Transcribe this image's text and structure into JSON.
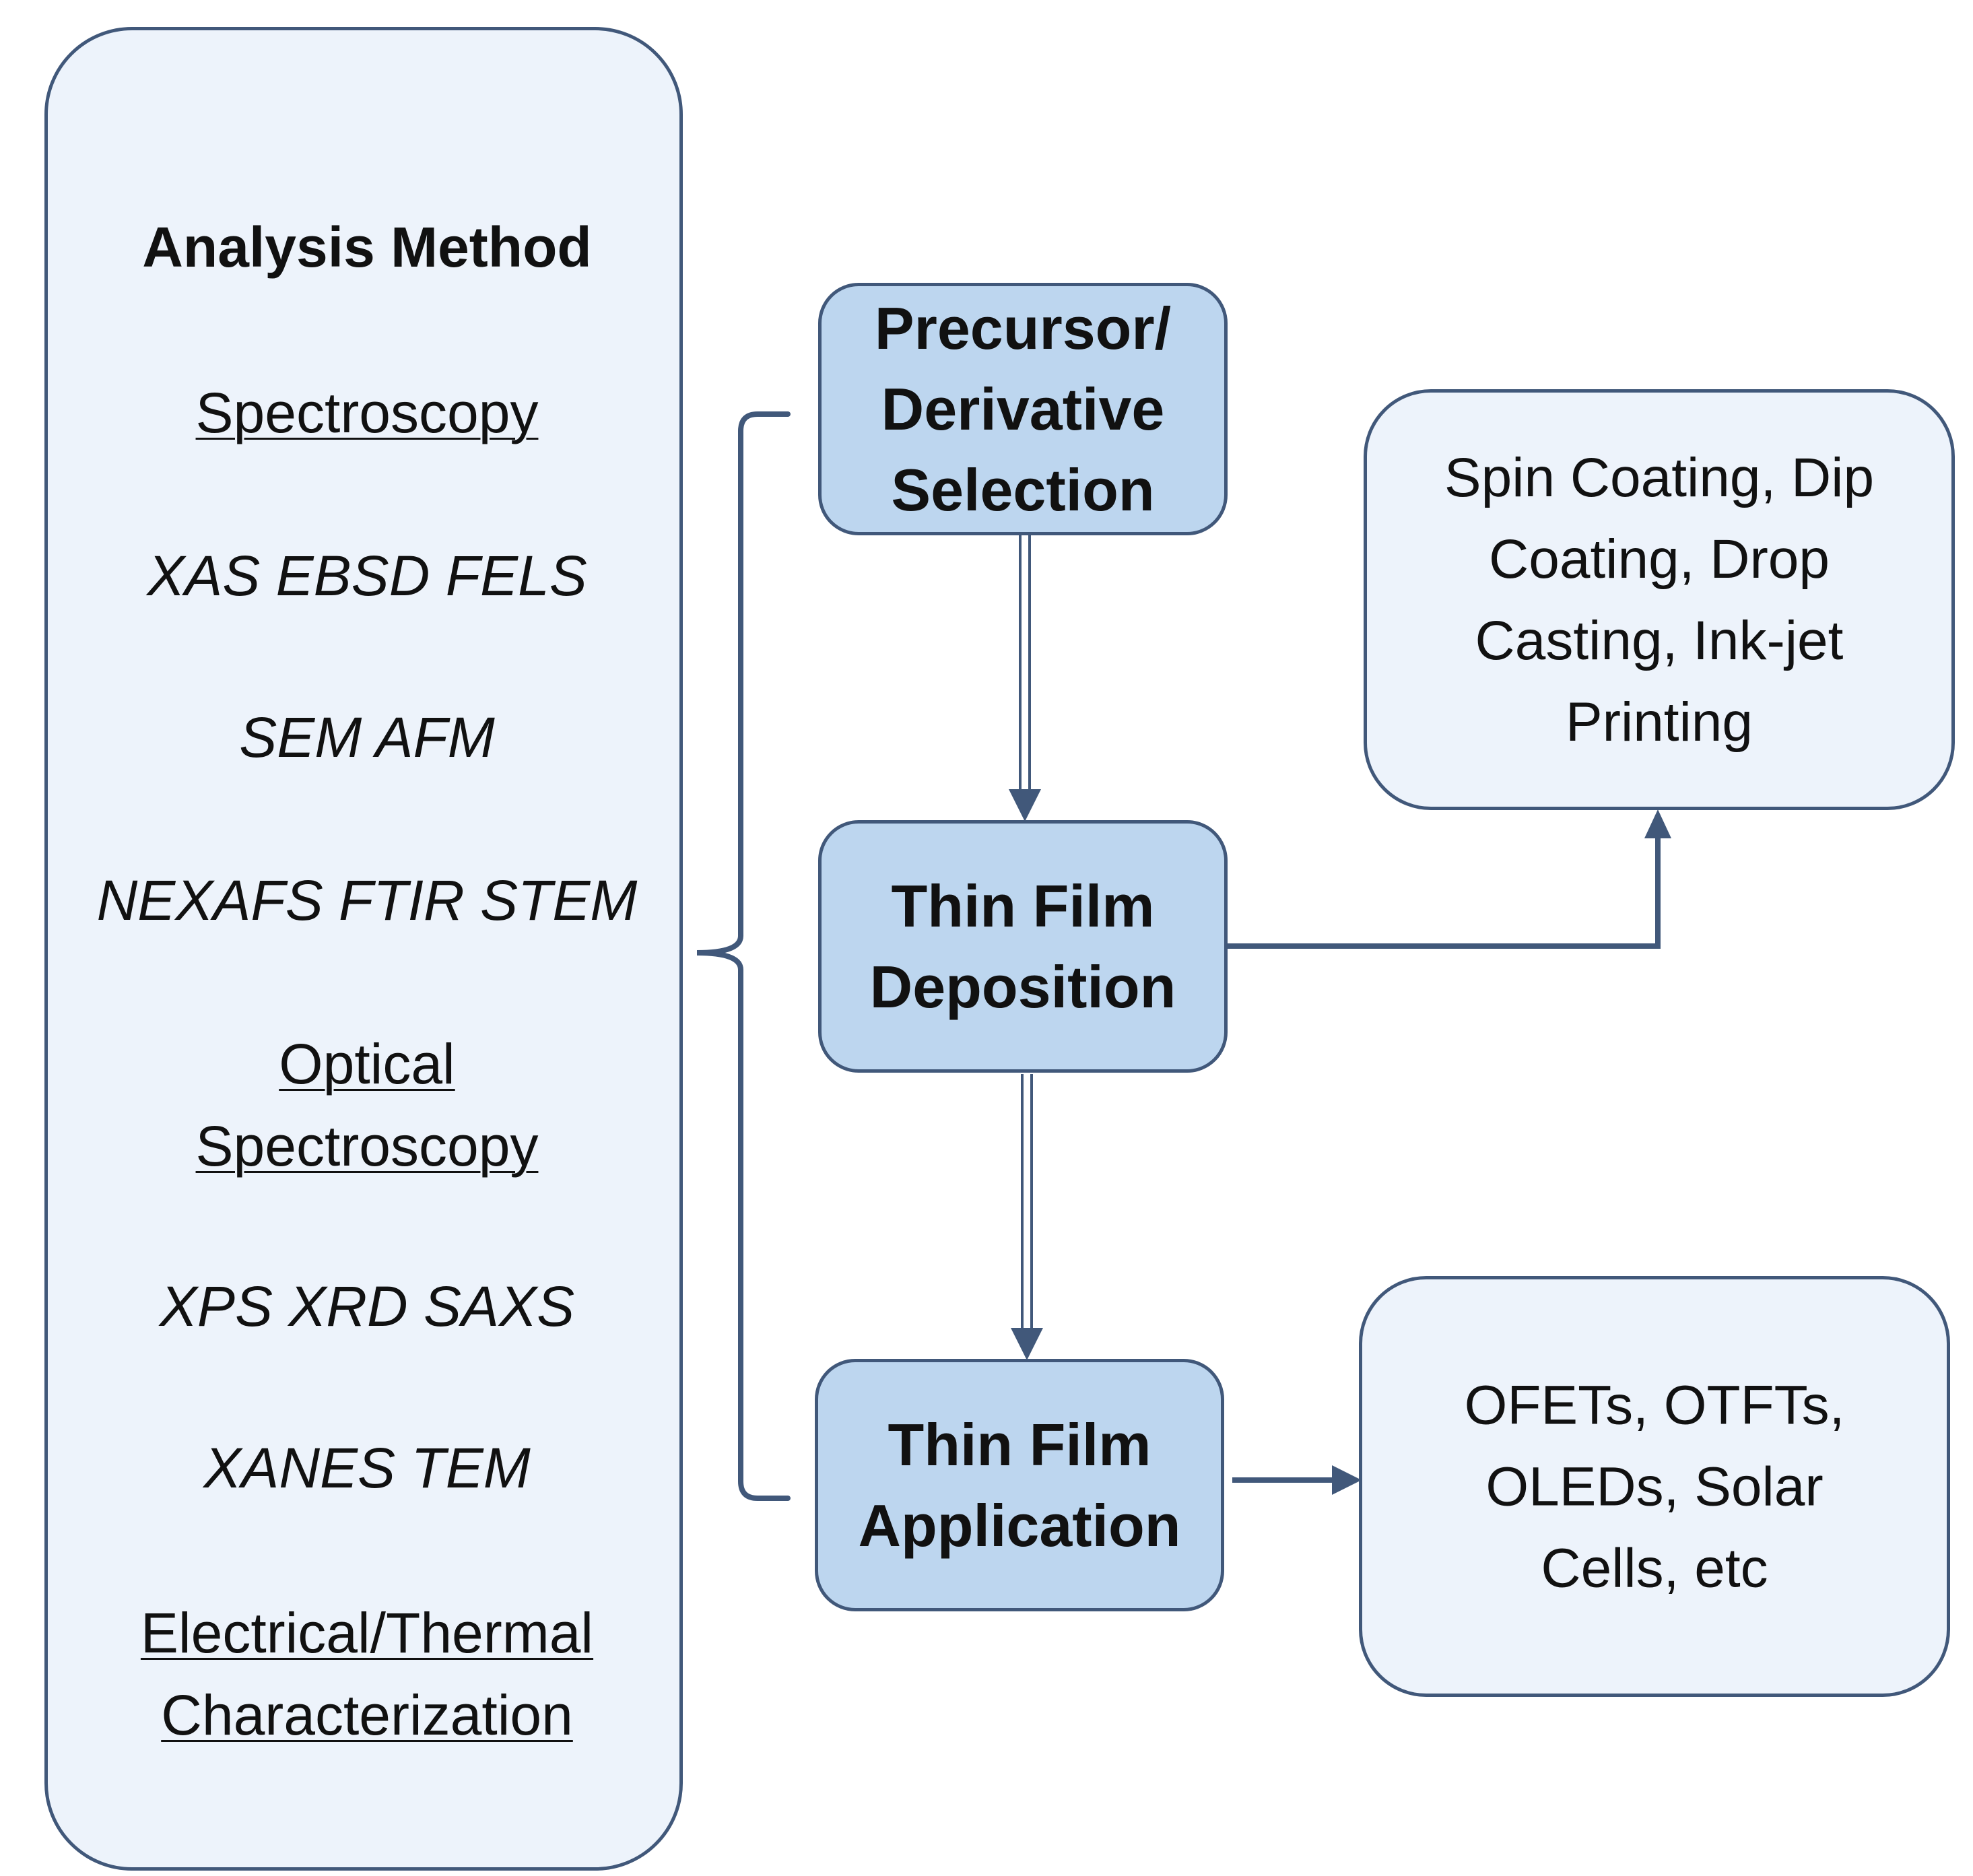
{
  "analysis_panel": {
    "title": "Analysis Method",
    "lines": [
      {
        "text": "Spectroscopy",
        "style": "category"
      },
      {
        "text": "XAS EBSD FELS",
        "style": "technique"
      },
      {
        "text": "SEM AFM",
        "style": "technique"
      },
      {
        "text": "NEXAFS FTIR STEM",
        "style": "technique"
      },
      {
        "text": "Optical",
        "style": "category"
      },
      {
        "text": "Spectroscopy",
        "style": "category"
      },
      {
        "text": "XPS XRD SAXS",
        "style": "technique"
      },
      {
        "text": "XANES TEM",
        "style": "technique"
      },
      {
        "text": "Electrical/Thermal",
        "style": "category"
      },
      {
        "text": "Characterization",
        "style": "category"
      }
    ]
  },
  "process_steps": [
    {
      "lines": [
        "Precursor/",
        "Derivative",
        "Selection"
      ]
    },
    {
      "lines": [
        "Thin Film",
        "Deposition"
      ]
    },
    {
      "lines": [
        "Thin Film",
        "Application"
      ]
    }
  ],
  "side_boxes": {
    "deposition_methods": {
      "lines": [
        "Spin Coating, Dip",
        "Coating, Drop",
        "Casting, Ink-jet",
        "Printing"
      ]
    },
    "applications": {
      "lines": [
        "OFETs, OTFTs,",
        "OLEDs, Solar",
        "Cells, etc"
      ]
    }
  },
  "colors": {
    "border": "#41587a",
    "light_fill": "#edf3fb",
    "step_fill": "#bdd6ef",
    "text": "#111111"
  }
}
